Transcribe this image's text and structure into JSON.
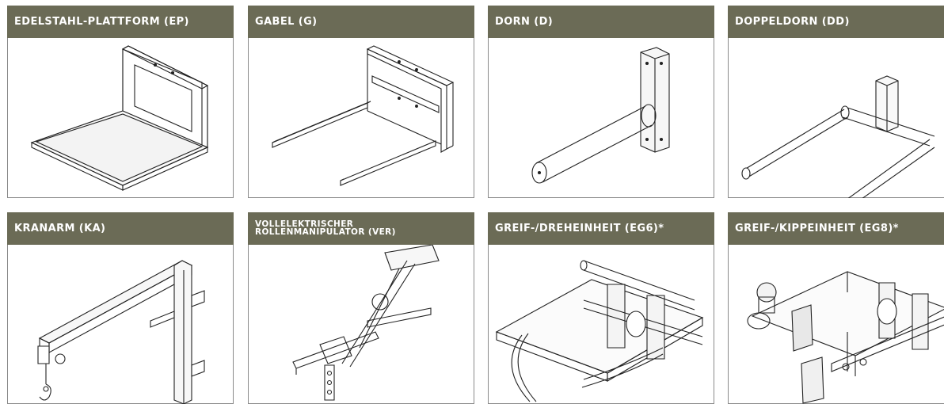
{
  "cards": [
    {
      "title": "EDELSTAHL-PLATTFORM (EP)",
      "illustration": "stainless-platform"
    },
    {
      "title": "GABEL (G)",
      "illustration": "fork"
    },
    {
      "title": "DORN (D)",
      "illustration": "mandrel"
    },
    {
      "title": "DOPPELDORN (DD)",
      "illustration": "double-mandrel"
    },
    {
      "title": "KRANARM (KA)",
      "illustration": "crane-arm"
    },
    {
      "title_line1": "VOLLELEKTRISCHER",
      "title_line2": "ROLLENMANIPULATOR (VER)",
      "illustration": "roll-manipulator"
    },
    {
      "title": "GREIF-/DREHEINHEIT (EG6)*",
      "illustration": "gripper-rotation-unit"
    },
    {
      "title": "GREIF-/KIPPEINHEIT (EG8)*",
      "illustration": "gripper-tilt-unit"
    }
  ],
  "colors": {
    "header_bg": "#6b6b56",
    "header_text": "#ffffff",
    "border": "#8a8a8a"
  }
}
